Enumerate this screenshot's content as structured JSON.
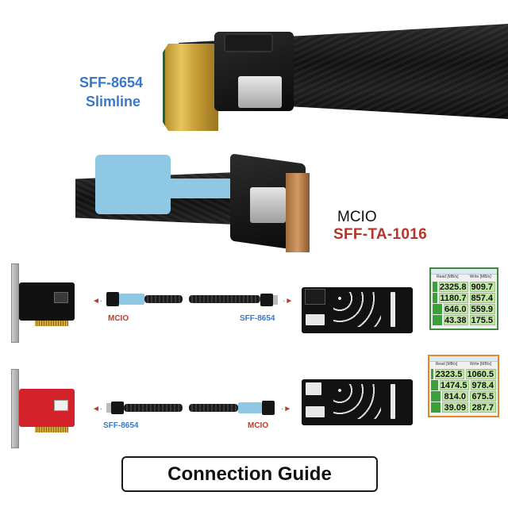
{
  "top_connectors": {
    "sff8654": {
      "line1": "SFF-8654",
      "line2": "Slimline"
    },
    "mcio": {
      "line1": "MCIO",
      "line2": "SFF-TA-1016"
    }
  },
  "diagram": {
    "row1": {
      "left_label": "MCIO",
      "right_label": "SFF-8654",
      "card_color": "#111111",
      "bench_border": "#3c8c3c",
      "bench_headers": [
        "Read [MB/s]",
        "Write [MB/s]"
      ],
      "bench_rows": [
        {
          "read": "2325.8",
          "write": "909.7"
        },
        {
          "read": "1180.7",
          "write": "857.4"
        },
        {
          "read": "646.0",
          "write": "559.9"
        },
        {
          "read": "43.38",
          "write": "175.5"
        }
      ]
    },
    "row2": {
      "left_label": "SFF-8654",
      "right_label": "MCIO",
      "card_color": "#d3222a",
      "bench_border": "#e08a25",
      "bench_headers": [
        "Read [MB/s]",
        "Write [MB/s]"
      ],
      "bench_rows": [
        {
          "read": "2323.5",
          "write": "1060.5"
        },
        {
          "read": "1474.5",
          "write": "978.4"
        },
        {
          "read": "814.0",
          "write": "675.5"
        },
        {
          "read": "39.09",
          "write": "287.7"
        }
      ]
    }
  },
  "footer": {
    "guide_label": "Connection Guide"
  },
  "colors": {
    "blue_label": "#3a78c8",
    "red_label": "#b5352b",
    "cable_sleeve": "#8fc8e4"
  }
}
